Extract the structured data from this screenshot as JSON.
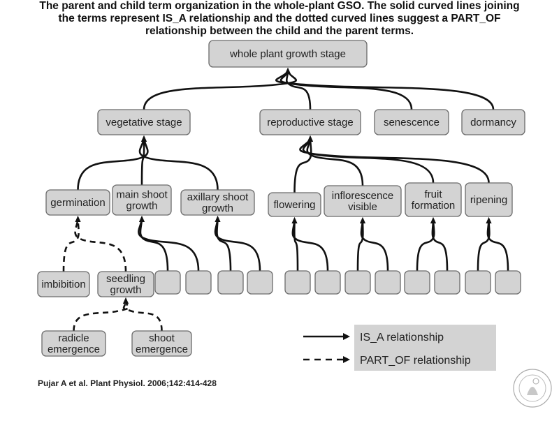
{
  "title_lines": [
    "The parent and child term organization in the whole-plant GSO. The solid curved lines joining",
    "the terms represent IS_A relationship and the dotted curved lines suggest a PART_OF",
    "relationship between the child and the parent terms."
  ],
  "nodes": {
    "root": {
      "lines": [
        "whole plant growth stage"
      ]
    },
    "vegetative": {
      "lines": [
        "vegetative stage"
      ]
    },
    "reproductive": {
      "lines": [
        "reproductive stage"
      ]
    },
    "senescence": {
      "lines": [
        "senescence"
      ]
    },
    "dormancy": {
      "lines": [
        "dormancy"
      ]
    },
    "germination": {
      "lines": [
        "germination"
      ]
    },
    "main_shoot": {
      "lines": [
        "main shoot",
        "growth"
      ]
    },
    "axillary_shoot": {
      "lines": [
        "axillary shoot",
        "growth"
      ]
    },
    "flowering": {
      "lines": [
        "flowering"
      ]
    },
    "inflorescence": {
      "lines": [
        "inflorescence",
        "visible"
      ]
    },
    "fruit": {
      "lines": [
        "fruit",
        "formation"
      ]
    },
    "ripening": {
      "lines": [
        "ripening"
      ]
    },
    "imbibition": {
      "lines": [
        "imbibition"
      ]
    },
    "seedling": {
      "lines": [
        "seedling",
        "growth"
      ]
    },
    "radicle": {
      "lines": [
        "radicle",
        "emergence"
      ]
    },
    "shoot_emergence": {
      "lines": [
        "shoot",
        "emergence"
      ]
    }
  },
  "edges": [
    {
      "from": "vegetative",
      "to": "root",
      "type": "IS_A"
    },
    {
      "from": "reproductive",
      "to": "root",
      "type": "IS_A"
    },
    {
      "from": "senescence",
      "to": "root",
      "type": "IS_A"
    },
    {
      "from": "dormancy",
      "to": "root",
      "type": "IS_A"
    },
    {
      "from": "germination",
      "to": "vegetative",
      "type": "IS_A"
    },
    {
      "from": "main_shoot",
      "to": "vegetative",
      "type": "IS_A"
    },
    {
      "from": "axillary_shoot",
      "to": "vegetative",
      "type": "IS_A"
    },
    {
      "from": "flowering",
      "to": "reproductive",
      "type": "IS_A"
    },
    {
      "from": "inflorescence",
      "to": "reproductive",
      "type": "IS_A"
    },
    {
      "from": "fruit",
      "to": "reproductive",
      "type": "IS_A"
    },
    {
      "from": "ripening",
      "to": "reproductive",
      "type": "IS_A"
    },
    {
      "from": "imbibition",
      "to": "germination",
      "type": "PART_OF"
    },
    {
      "from": "seedling",
      "to": "germination",
      "type": "PART_OF"
    },
    {
      "from": "radicle",
      "to": "seedling",
      "type": "PART_OF"
    },
    {
      "from": "shoot_emergence",
      "to": "seedling",
      "type": "PART_OF"
    },
    {
      "from": "leaf1",
      "to": "main_shoot",
      "type": "IS_A"
    },
    {
      "from": "leaf2",
      "to": "main_shoot",
      "type": "IS_A"
    },
    {
      "from": "leaf3",
      "to": "axillary_shoot",
      "type": "IS_A"
    },
    {
      "from": "leaf4",
      "to": "axillary_shoot",
      "type": "IS_A"
    },
    {
      "from": "leaf5",
      "to": "flowering",
      "type": "IS_A"
    },
    {
      "from": "leaf6",
      "to": "flowering",
      "type": "IS_A"
    },
    {
      "from": "leaf7",
      "to": "inflorescence",
      "type": "IS_A"
    },
    {
      "from": "leaf8",
      "to": "inflorescence",
      "type": "IS_A"
    },
    {
      "from": "leaf9",
      "to": "fruit",
      "type": "IS_A"
    },
    {
      "from": "leaf10",
      "to": "fruit",
      "type": "IS_A"
    },
    {
      "from": "leaf11",
      "to": "ripening",
      "type": "IS_A"
    },
    {
      "from": "leaf12",
      "to": "ripening",
      "type": "IS_A"
    }
  ],
  "unlabeled_leaf_count": 12,
  "legend": {
    "is_a": "IS_A relationship",
    "part_of": "PART_OF relationship"
  },
  "citation": "Pujar A et al. Plant Physiol. 2006;142:414-428",
  "seal_label": "American Society of Plant Biologists seal"
}
